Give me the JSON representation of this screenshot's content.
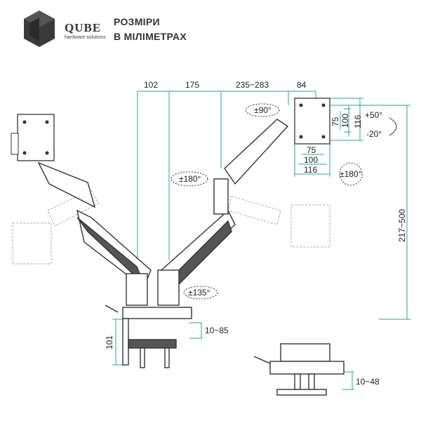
{
  "brand": {
    "name": "QUBE",
    "tagline": "hardware solutions"
  },
  "title": {
    "line1": "РОЗМІРИ",
    "line2": "В МІЛІМЕТРАХ"
  },
  "colors": {
    "accent": "#29a39a",
    "line": "#333333",
    "ghost": "#aaaaaa"
  },
  "dimensions": {
    "span_a": "102",
    "span_b": "175",
    "span_c": "235~283",
    "span_d": "84",
    "rot_tilt": "±90°",
    "rot_swivel_left": "±180°",
    "rot_swivel_right": "±180°",
    "rot_base": "±135°",
    "tilt_up": "+50°",
    "tilt_down": "-20°",
    "vesa_h_small": "75",
    "vesa_h_large": "100",
    "vesa_h_plate": "116",
    "vesa_v_small": "75",
    "vesa_v_large": "100",
    "vesa_v_plate": "116",
    "height_range": "217~500",
    "clamp_height": "101",
    "clamp_range": "10~85",
    "grommet_range": "10~48"
  }
}
